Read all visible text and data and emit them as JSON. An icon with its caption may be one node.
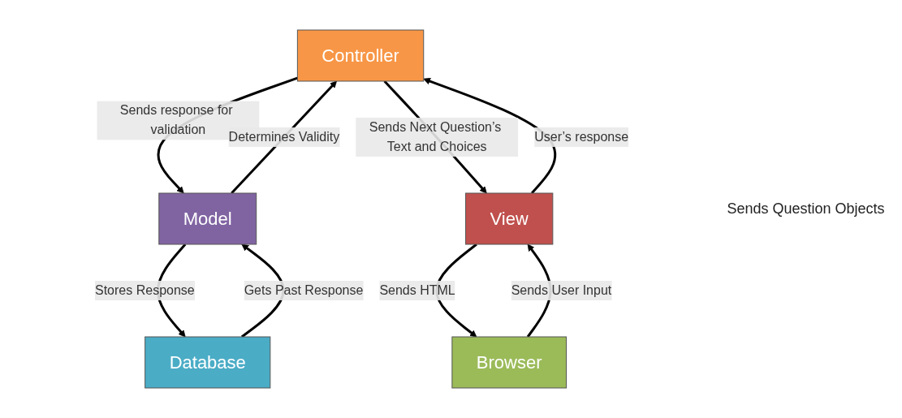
{
  "diagram": {
    "nodes": [
      {
        "text": [
          "Controller"
        ]
      },
      {
        "text": [
          "Model"
        ]
      },
      {
        "text": [
          "View"
        ]
      },
      {
        "text": [
          "Database"
        ]
      },
      {
        "text": [
          "Browser"
        ]
      }
    ],
    "edges": [
      {
        "from": 0,
        "to": 1,
        "arrow": "to",
        "label": "Sends response for validation"
      },
      {
        "from": 1,
        "to": 0,
        "arrow": "to",
        "label": "Determines Validity"
      },
      {
        "from": 0,
        "to": 2,
        "arrow": "to",
        "label": "Sends Next Question’s Text and Choices"
      },
      {
        "from": 2,
        "to": 0,
        "arrow": "to",
        "label": "User’s response"
      },
      {
        "from": 1,
        "to": 3,
        "arrow": "to",
        "label": "Stores Response"
      },
      {
        "from": 3,
        "to": 1,
        "arrow": "to",
        "label": "Gets Past Response"
      },
      {
        "from": 4,
        "to": 2,
        "arrow": "to",
        "label": "Sends User Input"
      },
      {
        "from": 2,
        "to": 4,
        "arrow": "to",
        "label": "Sends HTML"
      }
    ],
    "labels": [
      "Sends Question Objects"
    ]
  }
}
